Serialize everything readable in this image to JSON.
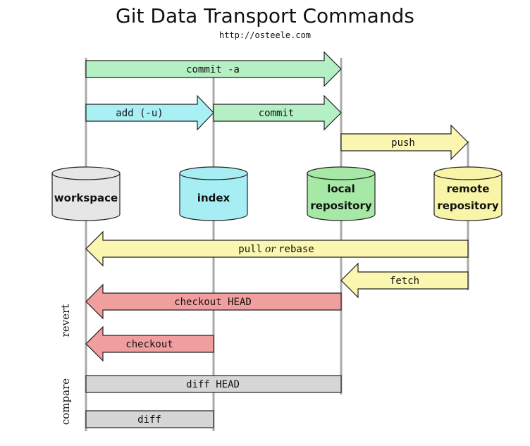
{
  "title": "Git Data Transport Commands",
  "subtitle": "http://osteele.com",
  "repositories": {
    "workspace": "workspace",
    "index": "index",
    "local_line1": "local",
    "local_line2": "repository",
    "remote_line1": "remote",
    "remote_line2": "repository"
  },
  "commands": {
    "commit_a": "commit -a",
    "add": "add (-u)",
    "commit": "commit",
    "push": "push",
    "pull": "pull",
    "or": "or",
    "rebase": "rebase",
    "fetch": "fetch",
    "checkout_head": "checkout HEAD",
    "checkout": "checkout",
    "diff_head": "diff HEAD",
    "diff": "diff"
  },
  "side_labels": {
    "revert": "revert",
    "compare": "compare"
  },
  "colors": {
    "green": "#b5f0c4",
    "cyan": "#a8f0f4",
    "yellow": "#fbf7b0",
    "red": "#f19e9e",
    "gray": "#d6d6d6",
    "workspace_fill": "#e6e6e6",
    "index_fill": "#a6eef4",
    "local_fill": "#a6e8a6",
    "remote_fill": "#f9f5a8",
    "stroke": "#222222",
    "lifeline": "#aaaaaa"
  }
}
